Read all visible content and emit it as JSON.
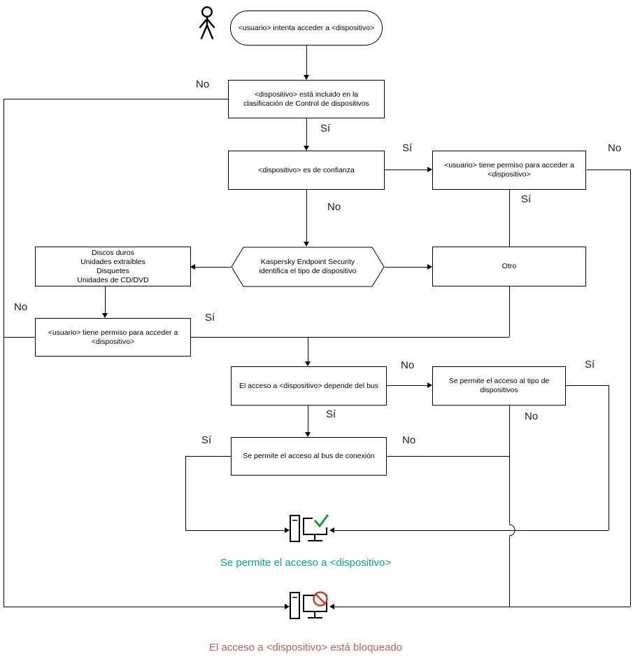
{
  "start": {
    "label": "<usuario> intenta acceder a <dispositivo>"
  },
  "nodes": {
    "classification": "<dispositivo> está incluido en la clasificación de Control de dispositivos",
    "trusted": "<dispositivo> es de confianza",
    "permission_top": "<usuario> tiene permiso para acceder a <dispositivo>",
    "identify": "Kaspersky Endpoint Security identifica el tipo de dispositivo",
    "device_types": [
      "Discos duros",
      "Unidades extraíbles",
      "Disquetes",
      "Unidades de CD/DVD"
    ],
    "other": "Otro",
    "permission_left": "<usuario> tiene permiso para acceder a <dispositivo>",
    "bus_depends": "El acceso a <dispositivo> depende del bus",
    "type_access": "Se permite el acceso al tipo de dispositivos",
    "bus_access": "Se permite el acceso al bus de conexión"
  },
  "edges": {
    "classification_no": "No",
    "classification_si": "Sí",
    "trusted_si": "Sí",
    "trusted_no": "No",
    "permission_top_no": "No",
    "permission_top_si": "Sí",
    "permission_left_no": "No",
    "permission_left_si": "Sí",
    "bus_depends_no": "No",
    "bus_depends_si": "Sí",
    "type_access_si": "Sí",
    "type_access_no": "No",
    "bus_access_si": "Sí",
    "bus_access_no": "No"
  },
  "outcomes": {
    "allowed": {
      "label": "Se permite el acceso a <dispositivo>",
      "color": "#00a88f"
    },
    "blocked": {
      "label": "El acceso a <dispositivo> está bloqueado",
      "color": "#c65d57"
    }
  },
  "icons": {
    "user": "user-icon",
    "allowed_mark": "check-icon",
    "blocked_mark": "prohibition-icon",
    "check_color": "#18a12f",
    "prohibition_color": "#d6372f"
  }
}
